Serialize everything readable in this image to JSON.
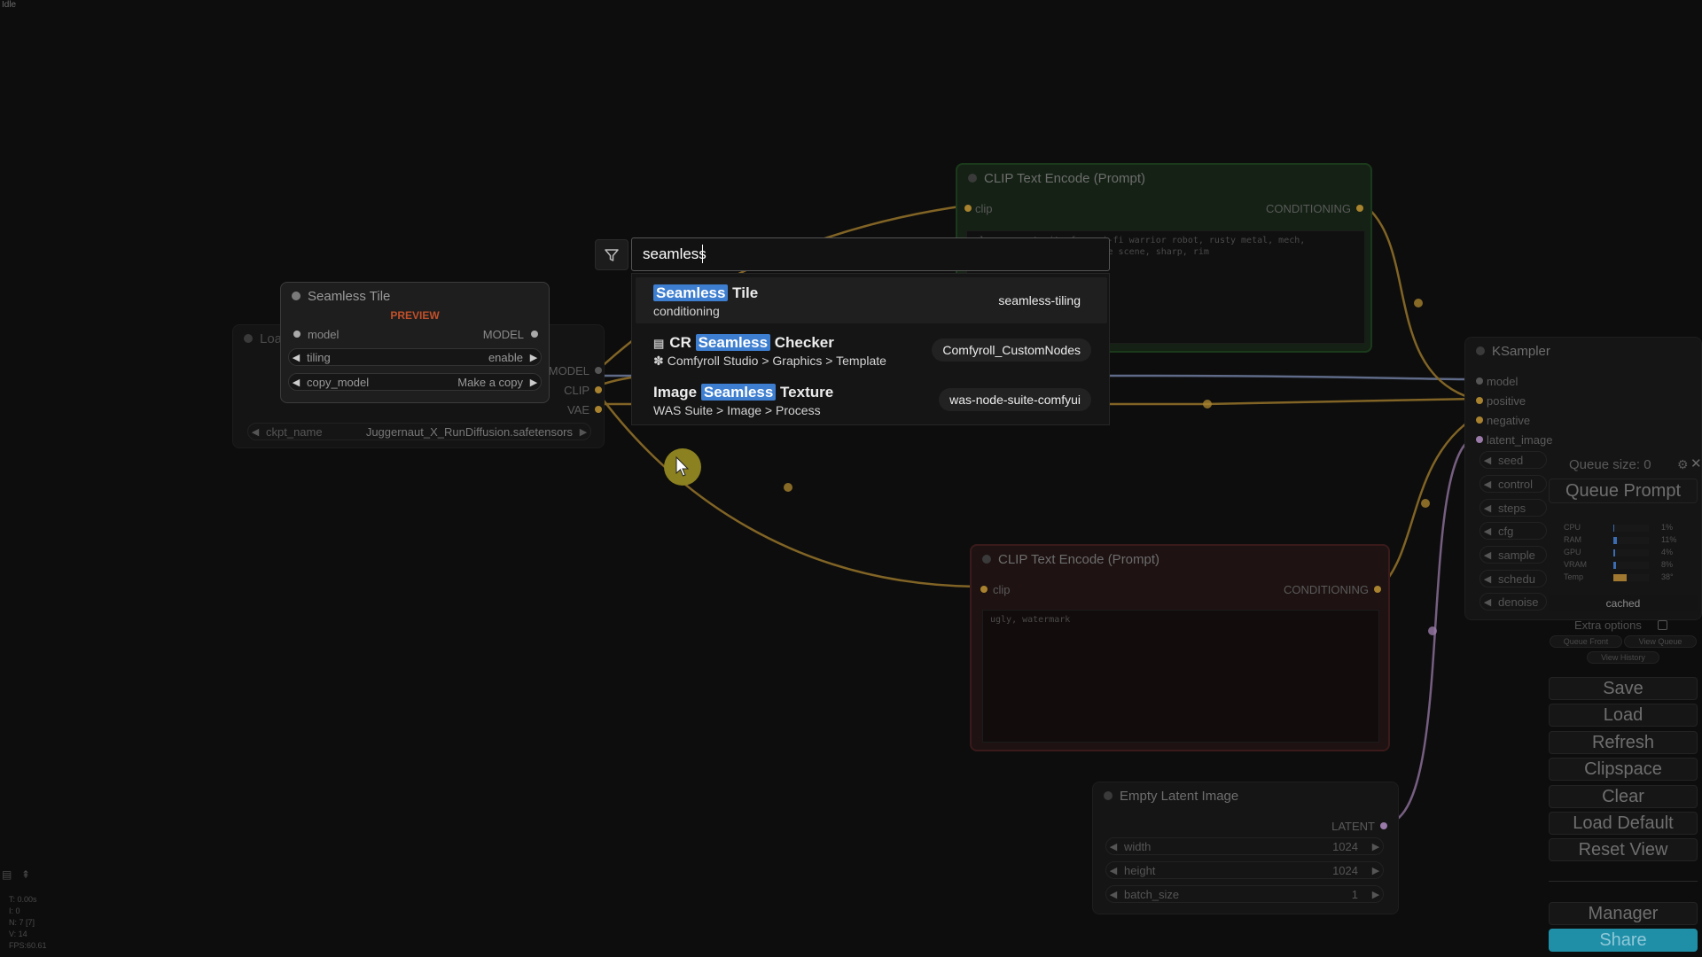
{
  "status": {
    "state": "Idle",
    "stats": [
      "T: 0.00s",
      "I: 0",
      "N: 7 [7]",
      "V: 14",
      "FPS:60.61"
    ]
  },
  "search": {
    "value": "seamless",
    "results": [
      {
        "before": "",
        "highlight": "Seamless",
        "after": " Tile",
        "subtitle": "conditioning",
        "badge": "seamless-tiling"
      },
      {
        "before": "CR ",
        "highlight": "Seamless",
        "after": " Checker",
        "subtitle": "Comfyroll Studio > Graphics > Template",
        "badge": "Comfyroll_CustomNodes"
      },
      {
        "before": "Image ",
        "highlight": "Seamless",
        "after": " Texture",
        "subtitle": "WAS Suite > Image > Process",
        "badge": "was-node-suite-comfyui"
      }
    ]
  },
  "seamless_tile": {
    "title": "Seamless Tile",
    "preview": "PREVIEW",
    "input": "model",
    "output": "MODEL",
    "widgets": [
      {
        "label": "tiling",
        "value": "enable"
      },
      {
        "label": "copy_model",
        "value": "Make a copy"
      }
    ]
  },
  "checkpoint_loader": {
    "title": "Loa",
    "outputs": [
      "MODEL",
      "CLIP",
      "VAE"
    ],
    "widget": {
      "label": "ckpt_name",
      "value": "Juggernaut_X_RunDiffusion.safetensors"
    }
  },
  "clip_pos": {
    "title": "CLIP Text Encode (Prompt)",
    "input": "clip",
    "output": "CONDITIONING",
    "text": "closeup portrait of a sci-fi warrior robot, rusty metal, mech,\ninterior background, movie scene, sharp, rim"
  },
  "clip_neg": {
    "title": "CLIP Text Encode (Prompt)",
    "input": "clip",
    "output": "CONDITIONING",
    "text": "ugly, watermark"
  },
  "ksampler": {
    "title": "KSampler",
    "inputs": [
      "model",
      "positive",
      "negative",
      "latent_image"
    ],
    "widgets": [
      "seed",
      "control",
      "steps",
      "cfg",
      "sample",
      "schedu",
      "denoise"
    ]
  },
  "empty_latent": {
    "title": "Empty Latent Image",
    "output": "LATENT",
    "widgets": [
      {
        "label": "width",
        "value": "1024"
      },
      {
        "label": "height",
        "value": "1024"
      },
      {
        "label": "batch_size",
        "value": "1"
      }
    ]
  },
  "menu": {
    "queue_size": "Queue size: 0",
    "queue_prompt": "Queue Prompt",
    "resources": [
      {
        "label": "CPU",
        "value": "1%",
        "pct": 1,
        "color": "#3b6bb0"
      },
      {
        "label": "RAM",
        "value": "11%",
        "pct": 11,
        "color": "#3b6bb0"
      },
      {
        "label": "GPU",
        "value": "4%",
        "pct": 4,
        "color": "#3b6bb0"
      },
      {
        "label": "VRAM",
        "value": "8%",
        "pct": 8,
        "color": "#3b6bb0"
      },
      {
        "label": "Temp",
        "value": "38°",
        "pct": 38,
        "color": "#a07830"
      }
    ],
    "cached": "cached",
    "extra_options": "Extra options",
    "queue_front": "Queue Front",
    "view_queue": "View Queue",
    "view_history": "View History",
    "buttons": [
      "Save",
      "Load",
      "Refresh",
      "Clipspace",
      "Clear",
      "Load Default",
      "Reset View"
    ],
    "manager": "Manager",
    "share": "Share"
  },
  "colors": {
    "accent": "#3d7ed0",
    "link_yellow": "#a8822e",
    "link_purple": "#9a7aa8",
    "link_blue": "#7a8ab0",
    "share": "#1f8fa8"
  }
}
